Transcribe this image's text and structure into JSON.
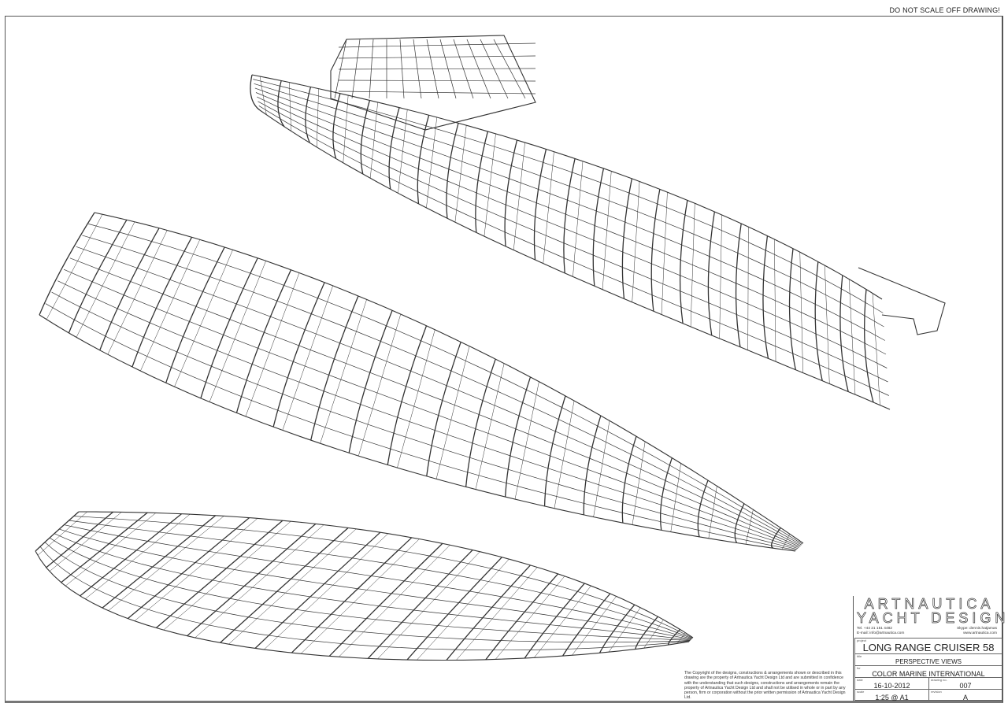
{
  "notice": "DO NOT SCALE OFF DRAWING!",
  "copyright": "The Copyright of the designs, constructions & arrangements shown or described in this drawing are the property of Artnautica Yacht Design Ltd and are submitted in confidence with the understanding that such designs, constructions and arrangements remain the property of Artnautica Yacht Design Ltd and shall not be utilised in whole or in part by any person, firm or corporation without the prior written permission of Artnautica Yacht Design Ltd.",
  "title_block": {
    "logo_line1": "ARTNAUTICA",
    "logo_line2": "YACHT DESIGN",
    "tel": "Tel. +44 21 151 4482",
    "email": "E-mail: info@artnautica.com",
    "skype": "Skype: dennis.hatjamas",
    "web": "www.artnautica.com",
    "project_label": "project",
    "project": "LONG RANGE CRUISER 58",
    "title_label": "title",
    "title": "PERSPECTIVE VIEWS",
    "for_label": "for",
    "client": "COLOR MARINE INTERNATIONAL",
    "date_label": "date",
    "date": "16-10-2012",
    "drawing_no_label": "drawing no.",
    "drawing_no": "007",
    "scale_label": "scale",
    "scale": "1:25 @ A1",
    "revision_label": "revision",
    "revision": "A"
  },
  "views": [
    "hull-structure-with-superstructure",
    "hull-structure-top",
    "hull-structure-bottom"
  ],
  "line_color": "#333333"
}
